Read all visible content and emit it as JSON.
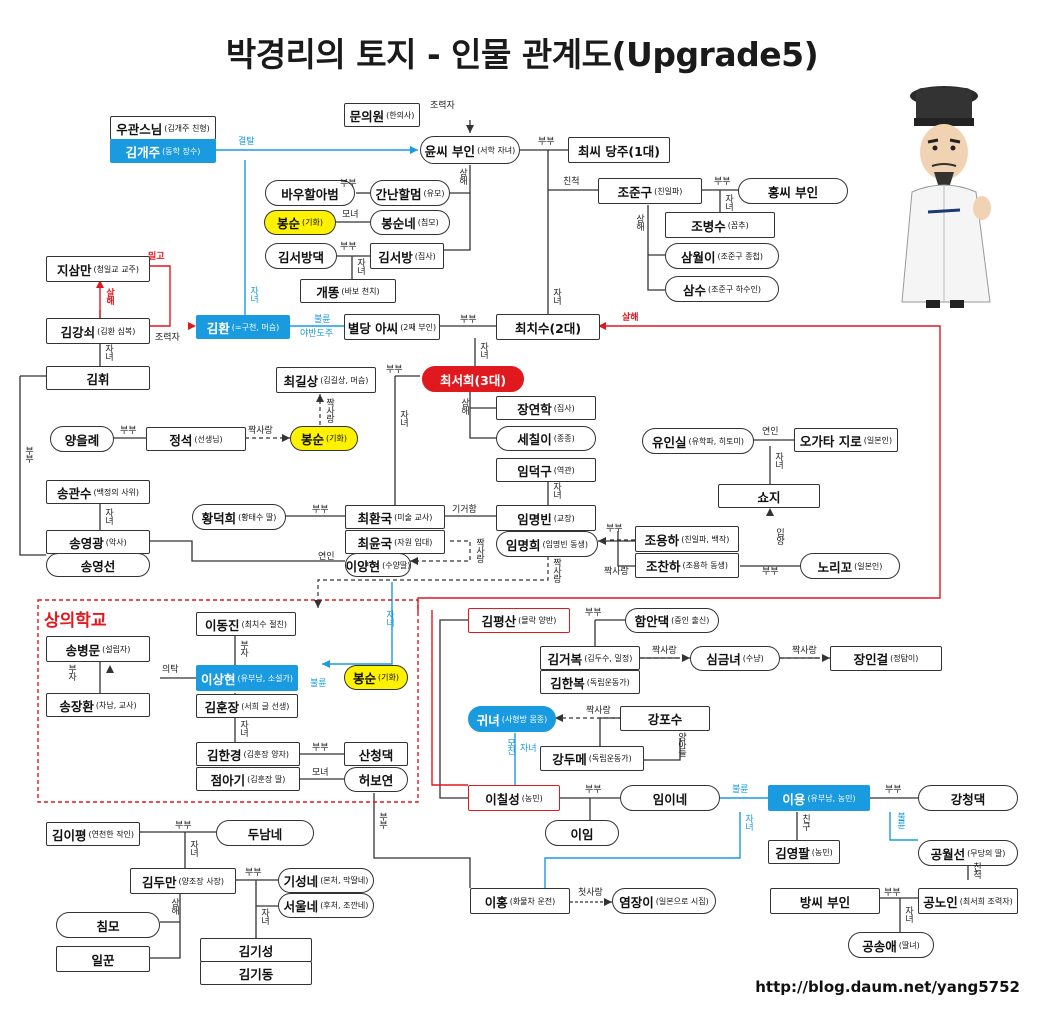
{
  "title": "박경리의 토지 - 인물 관계도(Upgrade5)",
  "url": "http://blog.daum.net/yang5752",
  "school_label": "상의학교",
  "colors": {
    "blue": "#1a9be0",
    "red": "#e0191f",
    "yellow": "#fff200",
    "line": "#333333"
  },
  "nodes": {
    "munuiwon": {
      "name": "문의원",
      "sub": "(한의사)"
    },
    "yunssi": {
      "name": "윤씨 부인",
      "sub": "(서학 자녀)"
    },
    "choissi_dangju": {
      "name": "최씨 당주(1대)",
      "sub": ""
    },
    "ugwan": {
      "name": "우관스님",
      "sub": "(김개주 친형)"
    },
    "gimgaeju": {
      "name": "김개주",
      "sub": "(동학 장수)"
    },
    "bauhal": {
      "name": "바우할아범",
      "sub": ""
    },
    "gannan": {
      "name": "간난할멈",
      "sub": "(유모)"
    },
    "josjungu": {
      "name": "조준구",
      "sub": "(친일파)"
    },
    "hongssi": {
      "name": "홍씨 부인",
      "sub": ""
    },
    "bongsun1": {
      "name": "봉순",
      "sub": "(기화)"
    },
    "bongsunne": {
      "name": "봉순네",
      "sub": "(침모)"
    },
    "jobyeongsu": {
      "name": "조병수",
      "sub": "(꼽추)"
    },
    "gimseobang_taek": {
      "name": "김서방댁",
      "sub": ""
    },
    "gimseobang": {
      "name": "김서방",
      "sub": "(집사)"
    },
    "samwol": {
      "name": "삼월이",
      "sub": "(조준구 종첩)"
    },
    "gaettong": {
      "name": "개똥",
      "sub": "(바보 천치)"
    },
    "samsu": {
      "name": "삼수",
      "sub": "(조준구 하수인)"
    },
    "jisangman": {
      "name": "지삼만",
      "sub": "(청일교 교주)"
    },
    "gimgangsoe": {
      "name": "김강쇠",
      "sub": "(김환 심복)"
    },
    "gimhwan": {
      "name": "김환",
      "sub": "(=구천, 머슴)"
    },
    "byeoldang": {
      "name": "별당 아씨",
      "sub": "(2째 부인)"
    },
    "choichisu": {
      "name": "최치수(2대)",
      "sub": ""
    },
    "gimhwi": {
      "name": "김휘",
      "sub": ""
    },
    "choigilsang": {
      "name": "최길상",
      "sub": "(김길상, 머슴)"
    },
    "choiseohui": {
      "name": "최서희(3대)",
      "sub": ""
    },
    "yangeulle": {
      "name": "양을례",
      "sub": ""
    },
    "jeongseok": {
      "name": "정석",
      "sub": "(선생님)"
    },
    "bongsun2": {
      "name": "봉순",
      "sub": "(기화)"
    },
    "jangyeonhak": {
      "name": "장연학",
      "sub": "(집사)"
    },
    "sechili": {
      "name": "세칠이",
      "sub": "(종종)"
    },
    "yuninsil": {
      "name": "유인실",
      "sub": "(유학파, 히토미)"
    },
    "ogata": {
      "name": "오가타 지로",
      "sub": "(일본인)"
    },
    "imdeokgu": {
      "name": "임덕구",
      "sub": "(역관)"
    },
    "songgwansu": {
      "name": "송관수",
      "sub": "(백정의 사위)"
    },
    "syoji": {
      "name": "쇼지",
      "sub": ""
    },
    "hwangdeokhui": {
      "name": "황덕희",
      "sub": "(황태수 딸)"
    },
    "choihwanguk": {
      "name": "최환국",
      "sub": "(미술 교사)"
    },
    "immyeongbin": {
      "name": "임명빈",
      "sub": "(교장)"
    },
    "choyongha": {
      "name": "조용하",
      "sub": "(친일파, 백작)"
    },
    "songyeonggwang": {
      "name": "송영광",
      "sub": "(악사)"
    },
    "choiyunguk": {
      "name": "최윤국",
      "sub": "(자원 입대)"
    },
    "immyeonghui": {
      "name": "임명희",
      "sub": "(임명빈 동생)"
    },
    "jochanha": {
      "name": "조찬하",
      "sub": "(조용하 동생)"
    },
    "noriko": {
      "name": "노리꼬",
      "sub": "(일본인)"
    },
    "songyeongseon": {
      "name": "송영선",
      "sub": ""
    },
    "iyanghyeon": {
      "name": "이양현",
      "sub": "(수양딸)"
    },
    "idongjin": {
      "name": "이동진",
      "sub": "(최치수 절친)"
    },
    "gimpyeongsan": {
      "name": "김평산",
      "sub": "(몰락 양반)"
    },
    "haman": {
      "name": "함안댁",
      "sub": "(중인 출신)"
    },
    "songbyeongmun": {
      "name": "송병문",
      "sub": "(설립자)"
    },
    "gimgeobok": {
      "name": "김거복",
      "sub": "(김두수, 밀정)"
    },
    "simgeumnyeo": {
      "name": "심금녀",
      "sub": "(수냥)"
    },
    "jangingeol": {
      "name": "장인걸",
      "sub": "(정탐이)"
    },
    "isanghyeon": {
      "name": "이상현",
      "sub": "(유부남, 소설가)"
    },
    "bongsun3": {
      "name": "봉순",
      "sub": "(기화)"
    },
    "gimhanbok": {
      "name": "김한복",
      "sub": "(독립운동가)"
    },
    "songjanghwan": {
      "name": "송장환",
      "sub": "(차남, 교사)"
    },
    "gimhunjang": {
      "name": "김훈장",
      "sub": "(서희 글 선생)"
    },
    "gwinyeo": {
      "name": "귀녀",
      "sub": "(사형방 몸종)"
    },
    "gangposu": {
      "name": "강포수",
      "sub": ""
    },
    "gangdume": {
      "name": "강두메",
      "sub": "(독립운동가)"
    },
    "gimhangyeong": {
      "name": "김한경",
      "sub": "(김훈장 양자)"
    },
    "sancheongdaek": {
      "name": "산청댁",
      "sub": ""
    },
    "jeomagi": {
      "name": "점아기",
      "sub": "(김훈장 딸)"
    },
    "heoboyeon": {
      "name": "허보연",
      "sub": ""
    },
    "ichilseong": {
      "name": "이칠성",
      "sub": "(농민)"
    },
    "imine": {
      "name": "임이네",
      "sub": ""
    },
    "iyong": {
      "name": "이용",
      "sub": "(유부남, 농민)"
    },
    "gangcheongdaek": {
      "name": "강청댁",
      "sub": ""
    },
    "iim": {
      "name": "이임",
      "sub": ""
    },
    "gimipyeong": {
      "name": "김이평",
      "sub": "(연천한 작인)"
    },
    "dunamne": {
      "name": "두남네",
      "sub": ""
    },
    "gimyeongpal": {
      "name": "김영팔",
      "sub": "(농민)"
    },
    "gongwolseon": {
      "name": "공월선",
      "sub": "(무당의 딸)"
    },
    "gimduman": {
      "name": "김두만",
      "sub": "(양조장 사장)"
    },
    "giseongne": {
      "name": "기성네",
      "sub": "(본처, 막딸네)"
    },
    "seoulne": {
      "name": "서울네",
      "sub": "(후처, 조깐네)"
    },
    "bangssi": {
      "name": "방씨 부인",
      "sub": ""
    },
    "gongnoin": {
      "name": "공노인",
      "sub": "(최서희 조력자)"
    },
    "chimmo": {
      "name": "침모",
      "sub": ""
    },
    "iheung": {
      "name": "이홍",
      "sub": "(화물차 운전)"
    },
    "yeomjangi": {
      "name": "염장이",
      "sub": "(일본으로 시집)"
    },
    "gongsongae": {
      "name": "공송애",
      "sub": "(딸녀)"
    },
    "ilkkun": {
      "name": "일꾼",
      "sub": ""
    },
    "gimgiseong": {
      "name": "김기성",
      "sub": ""
    },
    "gimgidong": {
      "name": "김기동",
      "sub": ""
    }
  },
  "labels": {
    "jorakja": "조력자",
    "bubu": "부부",
    "chincheok": "친척",
    "janyeo": "자녀",
    "gyeoltal": "결탈",
    "mojyeo": "모녀",
    "ilgo": "밀고",
    "sarhae": "살해",
    "bulyun": "불륜",
    "abando": "야반도주",
    "jjaksarang": "짝사랑",
    "yeonin": "연인",
    "gigeohal": "기거함",
    "ipyang": "입양",
    "uitak": "의탁",
    "buja": "부자",
    "sanghae": "상해",
    "yangabeoji": "양아들",
    "mochin": "모친",
    "chinggu": "친구",
    "cheotsarang": "첫사랑",
    "chinjeok": "친척"
  }
}
